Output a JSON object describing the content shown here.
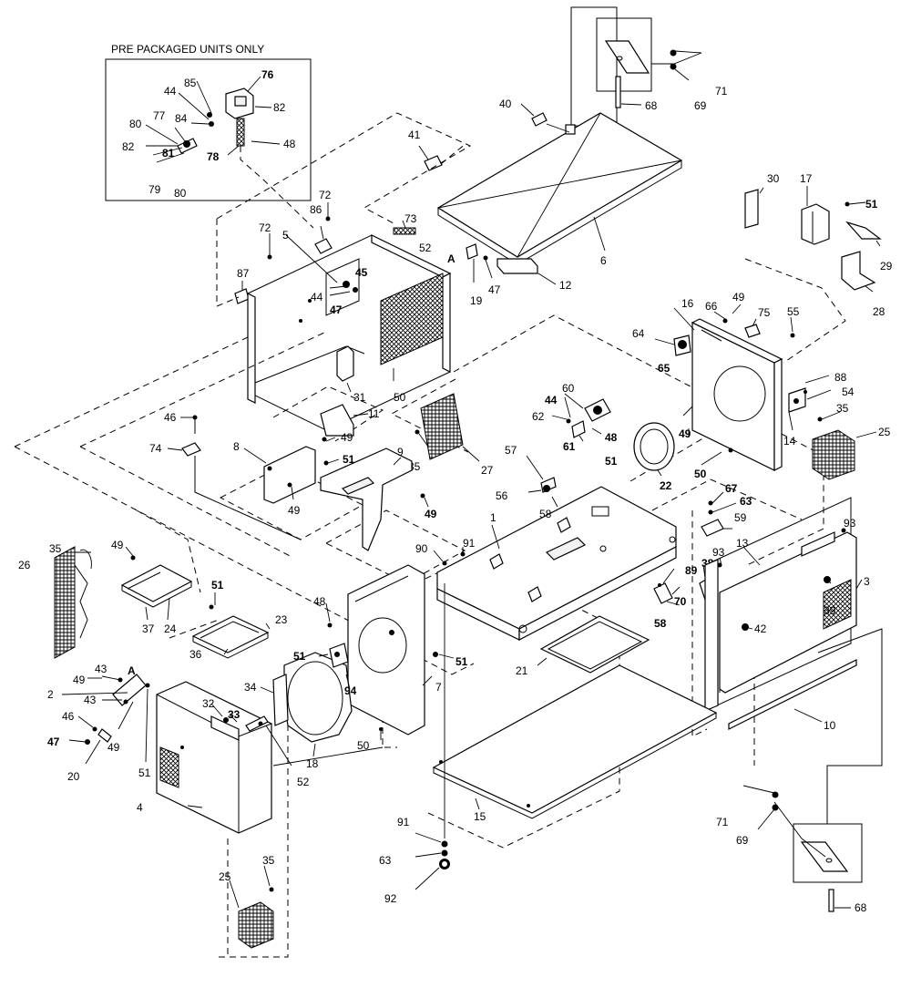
{
  "diagram": {
    "inset_title": "PRE PACKAGED UNITS ONLY",
    "callouts": {
      "c1": "1",
      "c2": "2",
      "c3": "3",
      "c4": "4",
      "c5": "5",
      "c6": "6",
      "c7": "7",
      "c8": "8",
      "c9": "9",
      "c10": "10",
      "c11": "11",
      "c12": "12",
      "c13": "13",
      "c14": "14",
      "c15": "15",
      "c16": "16",
      "c17": "17",
      "c18": "18",
      "c19": "19",
      "c20": "20",
      "c21": "21",
      "c22": "22",
      "c23": "23",
      "c24": "24",
      "c25a": "25",
      "c25b": "25",
      "c26": "26",
      "c27": "27",
      "c28": "28",
      "c29": "29",
      "c30": "30",
      "c31": "31",
      "c32": "32",
      "c33": "33",
      "c34": "34",
      "c35a": "35",
      "c35b": "35",
      "c35c": "35",
      "c35d": "35",
      "c36": "36",
      "c37": "37",
      "c38": "38",
      "c39": "39",
      "c40": "40",
      "c41": "41",
      "c42": "42",
      "c43a": "43",
      "c43b": "43",
      "c44a": "44",
      "c44b": "44",
      "c44c": "44",
      "c45": "45",
      "c46a": "46",
      "c46b": "46",
      "c47a": "47",
      "c47b": "47",
      "c47c": "47",
      "c48a": "48",
      "c48b": "48",
      "c48c": "48",
      "c49a": "49",
      "c49b": "49",
      "c49c": "49",
      "c49d": "49",
      "c49e": "49",
      "c49f": "49",
      "c49g": "49",
      "c49h": "49",
      "c50a": "50",
      "c50b": "50",
      "c50c": "50",
      "c51a": "51",
      "c51b": "51",
      "c51c": "51",
      "c51d": "51",
      "c51e": "51",
      "c51f": "51",
      "c51g": "51",
      "c52a": "52",
      "c52b": "52",
      "c54": "54",
      "c55": "55",
      "c56": "56",
      "c57": "57",
      "c58a": "58",
      "c58b": "58",
      "c59": "59",
      "c60": "60",
      "c61": "61",
      "c62": "62",
      "c63a": "63",
      "c63b": "63",
      "c64": "64",
      "c65": "65",
      "c66": "66",
      "c67": "67",
      "c68a": "68",
      "c68b": "68",
      "c69a": "69",
      "c69b": "69",
      "c70": "70",
      "c71a": "71",
      "c71b": "71",
      "c72a": "72",
      "c72b": "72",
      "c73": "73",
      "c74": "74",
      "c75": "75",
      "c76": "76",
      "c77": "77",
      "c78": "78",
      "c79": "79",
      "c80a": "80",
      "c80b": "80",
      "c81": "81",
      "c82a": "82",
      "c82b": "82",
      "c84": "84",
      "c85": "85",
      "c86": "86",
      "c87": "87",
      "c88": "88",
      "c89": "89",
      "c90": "90",
      "c91a": "91",
      "c91b": "91",
      "c92": "92",
      "c93a": "93",
      "c93b": "93",
      "c94": "94",
      "cAa": "A",
      "cAb": "A"
    }
  }
}
